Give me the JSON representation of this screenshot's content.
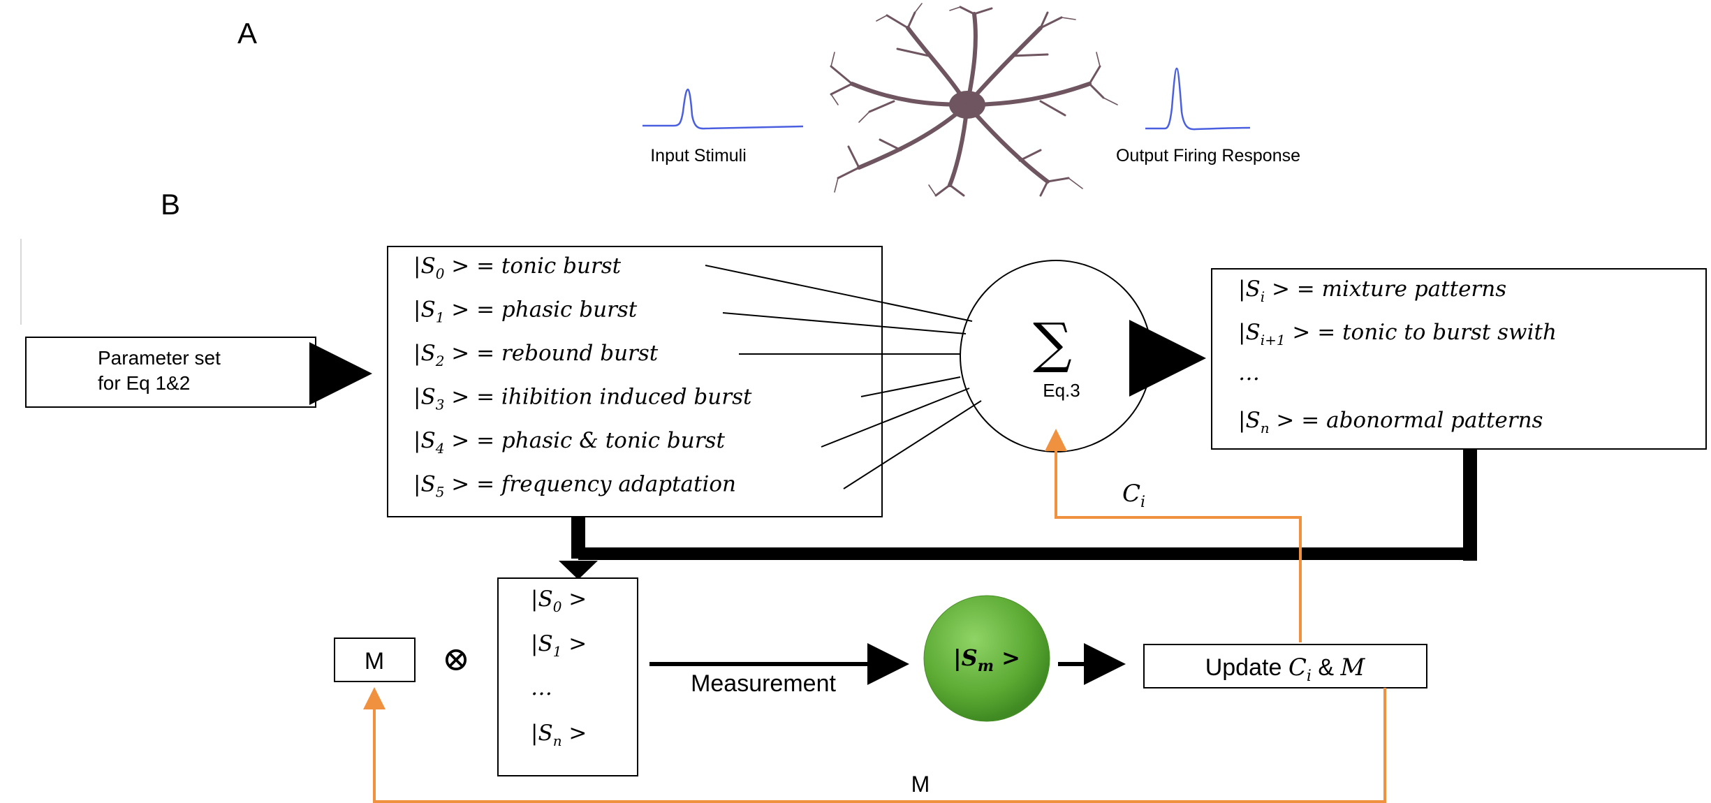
{
  "panel_a": {
    "label": "A",
    "input_caption": "Input Stimuli",
    "output_caption": "Output Firing Response",
    "neuron_icon": "neuron-icon",
    "spike_icon": "spike-waveform-icon",
    "spike_color": "#4a5fe0"
  },
  "panel_b": {
    "label": "B",
    "parameter_box": {
      "line1": "Parameter set",
      "line2": "for Eq 1&2"
    },
    "basis_states": {
      "items": [
        {
          "ket": "|S",
          "sub": "0",
          "rest": " > = tonic burst"
        },
        {
          "ket": "|S",
          "sub": "1",
          "rest": " > = phasic burst"
        },
        {
          "ket": "|S",
          "sub": "2",
          "rest": " > = rebound burst"
        },
        {
          "ket": "|S",
          "sub": "3",
          "rest": " > = ihibition induced burst"
        },
        {
          "ket": "|S",
          "sub": "4",
          "rest": " > = phasic & tonic burst"
        },
        {
          "ket": "|S",
          "sub": "5",
          "rest": " > = frequency adaptation"
        }
      ]
    },
    "sum_node": {
      "symbol": "∑",
      "label": "Eq.3"
    },
    "output_states": {
      "items": [
        {
          "ket": "|S",
          "sub": "i",
          "rest": " > = mixture patterns"
        },
        {
          "ket": "|S",
          "sub": "i+1",
          "rest": " > = tonic to burst swith"
        },
        {
          "ket": "",
          "sub": "",
          "rest": "…"
        },
        {
          "ket": "|S",
          "sub": "n",
          "rest": " > = abonormal patterns"
        }
      ]
    },
    "coefficient_label": {
      "base": "C",
      "sub": "i"
    },
    "m_box": "M",
    "tensor_symbol": "⊗",
    "state_vector": {
      "items": [
        {
          "ket": "|S",
          "sub": "0",
          "rest": " >"
        },
        {
          "ket": "|S",
          "sub": "1",
          "rest": " >"
        },
        {
          "ket": "",
          "sub": "",
          "rest": "…"
        },
        {
          "ket": "|S",
          "sub": "n",
          "rest": " >"
        }
      ]
    },
    "measurement_label": "Measurement",
    "measured_state": {
      "ket": "|S",
      "sub": "m",
      "rest": " >"
    },
    "update_box": {
      "prefix": "Update ",
      "c": "C",
      "c_sub": "i",
      "mid": " & ",
      "m": "M"
    },
    "feedback_m_label": "M"
  },
  "colors": {
    "arrow_black": "#000000",
    "feedback_orange": "#f0913f",
    "measured_node_green": "#5aa832",
    "neuron": "#6e5560"
  }
}
